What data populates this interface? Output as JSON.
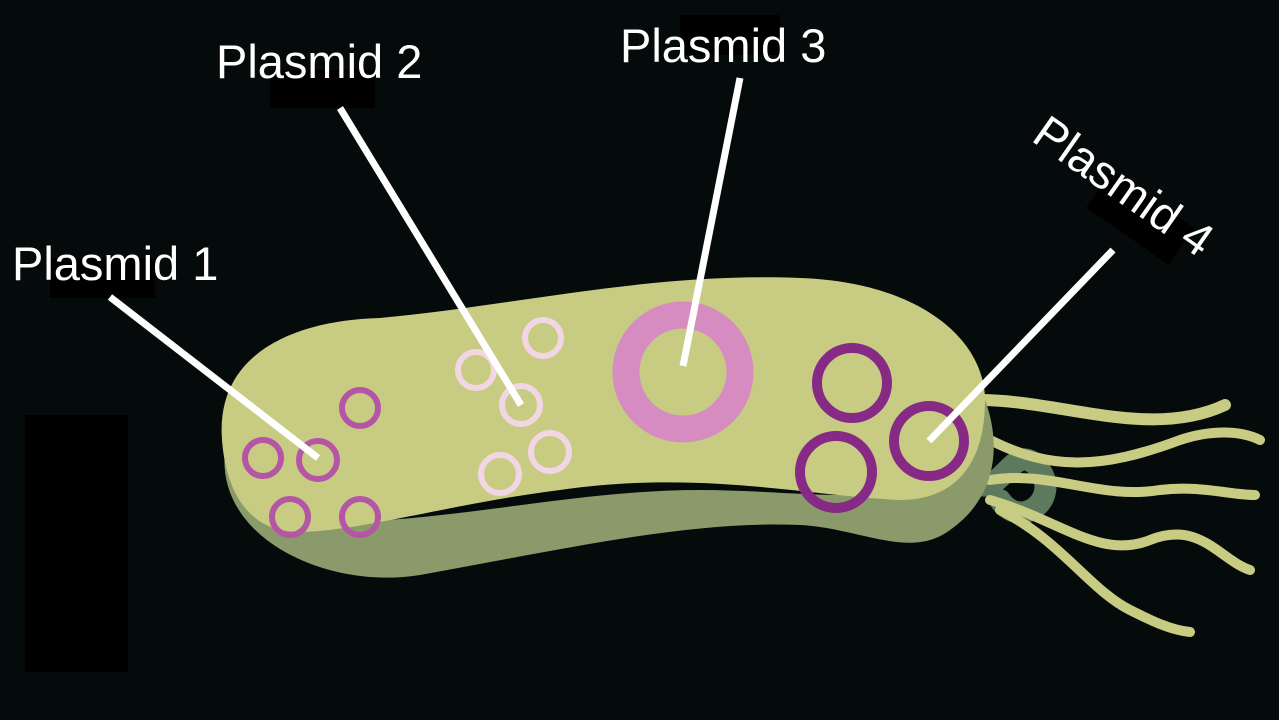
{
  "labels": {
    "plasmid1": "Plasmid 1",
    "plasmid2": "Plasmid 2",
    "plasmid3": "Plasmid 3",
    "plasmid4": "Plasmid 4"
  },
  "colors": {
    "background": "#050a0b",
    "body": "#c8cc82",
    "body_shadow": "#8a9a6a",
    "flagella": "#c8cc82",
    "flagella_shadow": "#5e7a5e",
    "plasmid1": "#b455a6",
    "plasmid2": "#f3d6e4",
    "plasmid3": "#d68cc0",
    "plasmid4": "#862a86",
    "pointer": "#ffffff"
  }
}
